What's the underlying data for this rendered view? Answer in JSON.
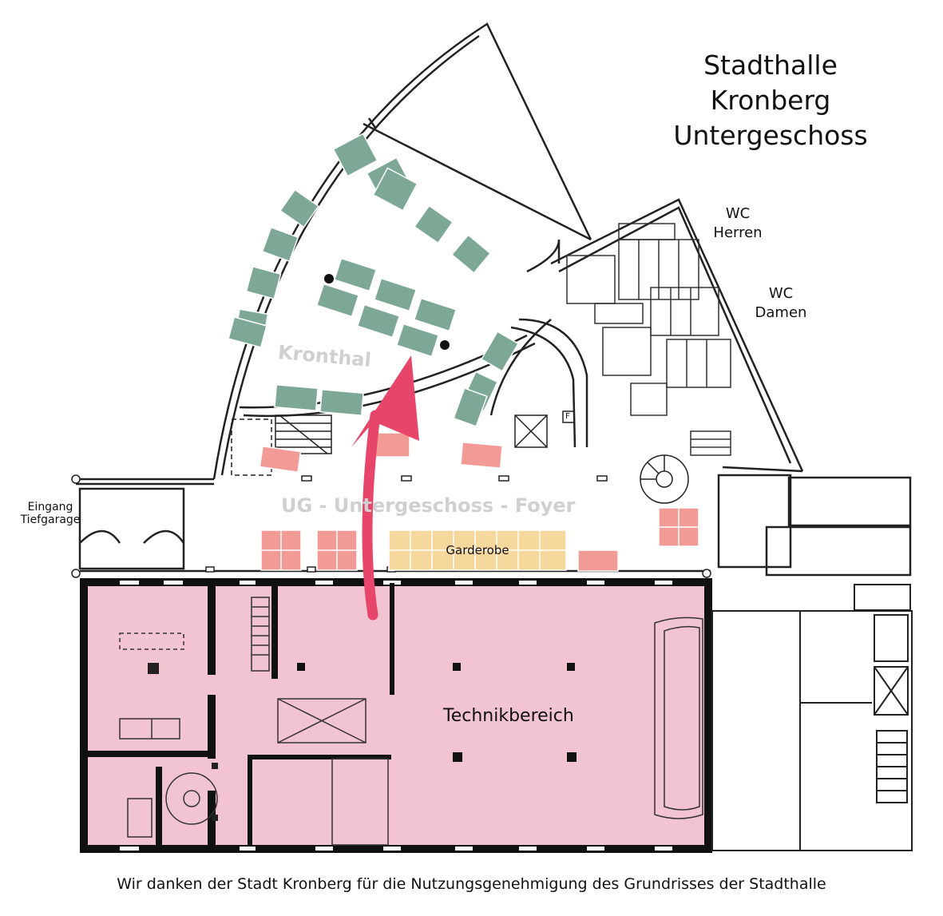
{
  "title": {
    "line1": "Stadthalle",
    "line2": "Kronberg",
    "line3": "Untergeschoss"
  },
  "rooms": {
    "kronthal": "Kronthal",
    "foyer": "UG - Untergeschoss - Foyer",
    "garderobe": "Garderobe",
    "technik": "Technikbereich",
    "wc_herren_1": "WC",
    "wc_herren_2": "Herren",
    "wc_damen_1": "WC",
    "wc_damen_2": "Damen",
    "eingang_1": "Eingang",
    "eingang_2": "Tiefgarage",
    "stair_mark": "F"
  },
  "credit": "Wir danken der Stadt Kronberg für die Nutzungsgenehmigung des Grundrisses der Stadthalle",
  "colors": {
    "technik_fill": "#f2c3d0",
    "table_green": "#7ea896",
    "table_salmon": "#f29a95",
    "garderobe": "#f6d79c",
    "arrow": "#e8456b",
    "wall": "#111111",
    "watermark": "#d0d0d0"
  }
}
